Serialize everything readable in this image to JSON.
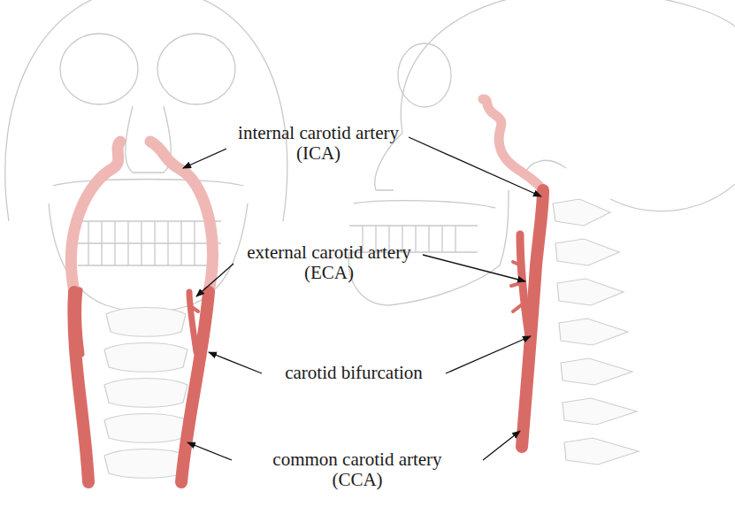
{
  "diagram": {
    "labels": [
      "internal carotid artery (ICA)",
      "external carotid artery (ECA)",
      "carotid bifurcation",
      "common carotid artery (CCA)"
    ]
  }
}
